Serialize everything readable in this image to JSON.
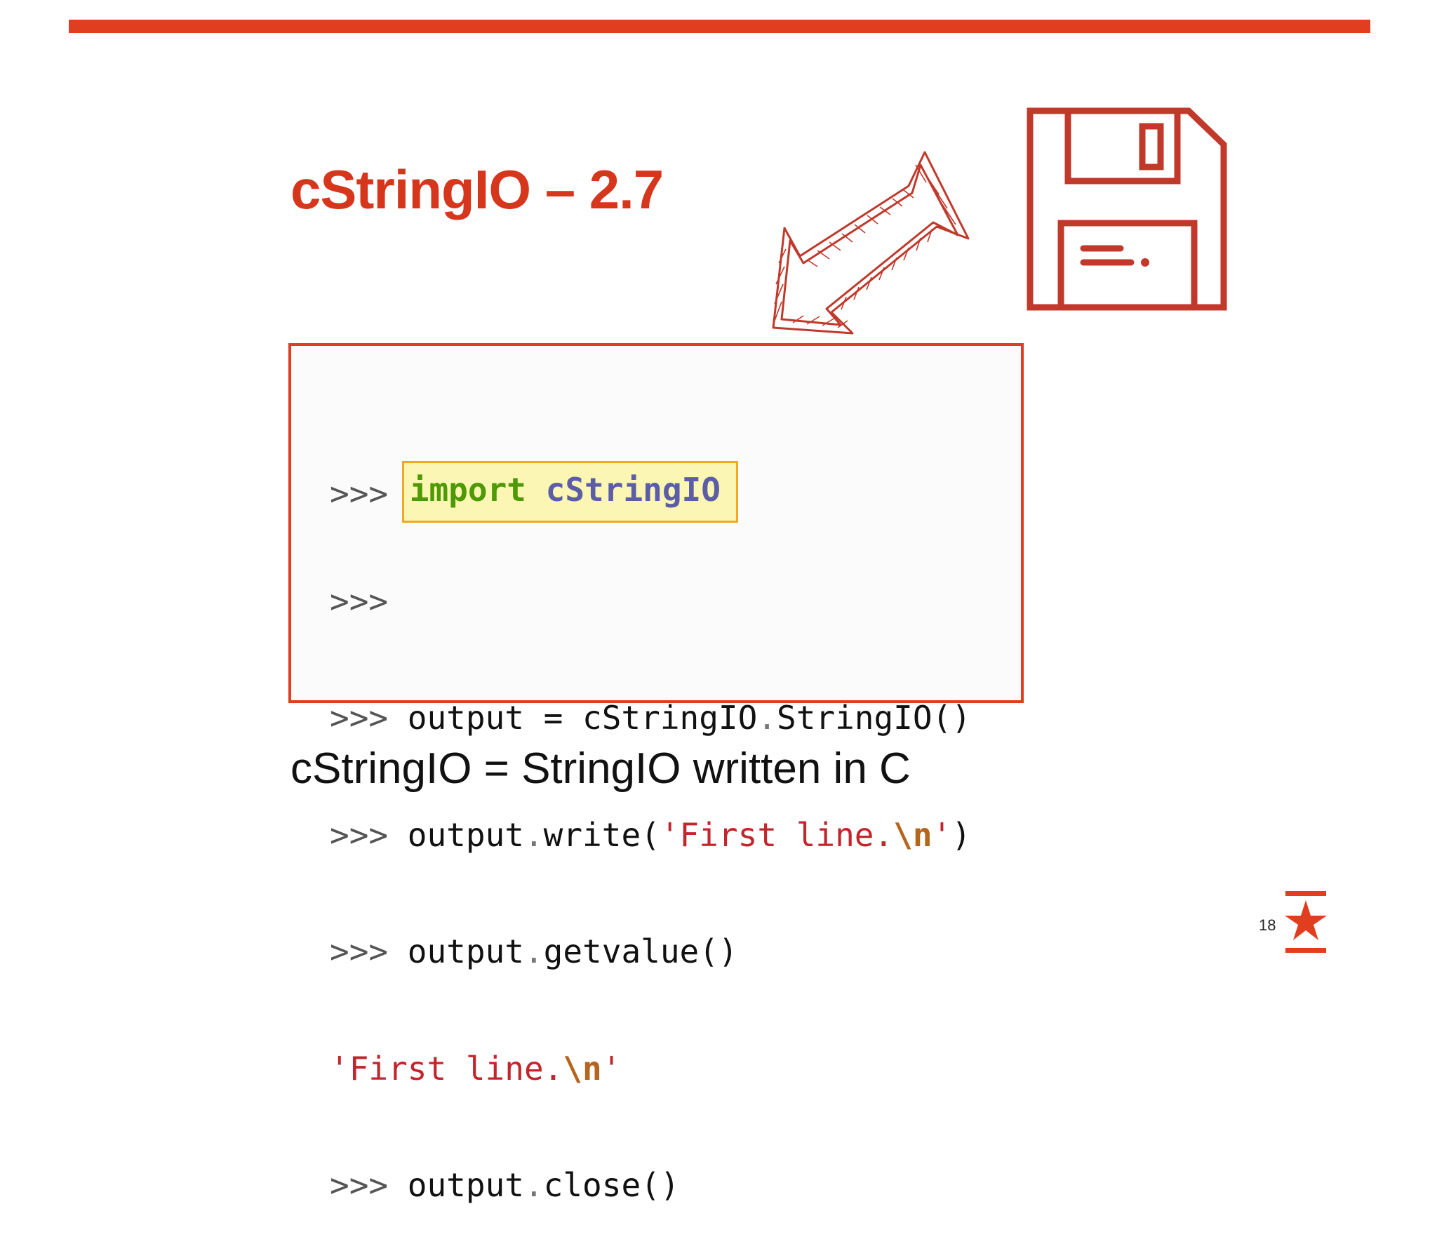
{
  "slide": {
    "title": "cStringIO – 2.7",
    "caption": "cStringIO = StringIO written in C",
    "page_number": "18"
  },
  "code": {
    "prompt": ">>>",
    "import_keyword": "import",
    "import_module": "cStringIO",
    "line3_a": "output = cStringIO",
    "line3_b": "StringIO()",
    "line4_a": "output",
    "line4_b": "write(",
    "line4_str": "'First line.",
    "line4_esc": "\\n",
    "line4_end": "')",
    "line5_a": "output",
    "line5_b": "getvalue()",
    "line6_str": "'First line.",
    "line6_esc": "\\n",
    "line6_end": "'",
    "line7_a": "output",
    "line7_b": "close()"
  },
  "icons": {
    "arrow": "hand-drawn-arrow-icon",
    "floppy": "floppy-disk-icon",
    "logo": "star-logo-icon"
  },
  "colors": {
    "accent": "#e03e1f",
    "title": "#d6361c",
    "highlight_bg": "#fbf6b3",
    "highlight_border": "#f5a623"
  }
}
